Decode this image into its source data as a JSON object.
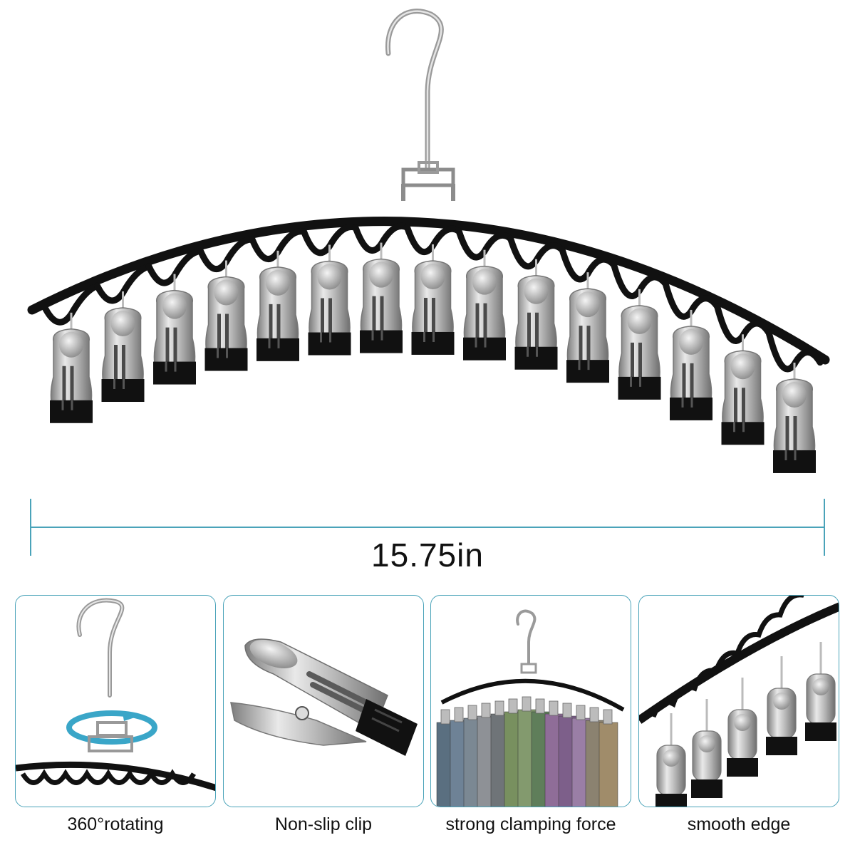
{
  "product": {
    "dimension_label": "15.75in",
    "colors": {
      "frame": "#111111",
      "metal": "#b8b8b8",
      "accent": "#3aa6c8",
      "dimension_line": "#4aa3b9"
    }
  },
  "features": [
    {
      "caption": "360°rotating",
      "icon": "rotating-hook-icon"
    },
    {
      "caption": "Non-slip clip",
      "icon": "clip-closeup-icon"
    },
    {
      "caption": "strong clamping force",
      "icon": "hanger-with-fabrics-icon"
    },
    {
      "caption": "smooth edge",
      "icon": "edge-closeup-icon"
    }
  ]
}
